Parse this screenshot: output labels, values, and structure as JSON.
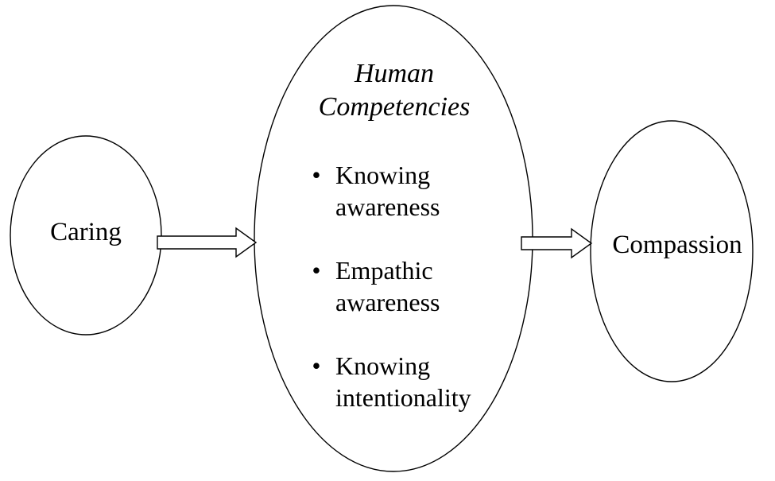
{
  "nodes": {
    "left": {
      "label": "Caring"
    },
    "center": {
      "title_line1": "Human",
      "title_line2": "Competencies",
      "bullets": [
        {
          "line1": "Knowing",
          "line2": "awareness"
        },
        {
          "line1": "Empathic",
          "line2": "awareness"
        },
        {
          "line1": "Knowing",
          "line2": "intentionality"
        }
      ],
      "bullet_glyph": "•"
    },
    "right": {
      "label": "Compassion"
    }
  },
  "style": {
    "stroke": "#000000",
    "background": "#ffffff"
  }
}
